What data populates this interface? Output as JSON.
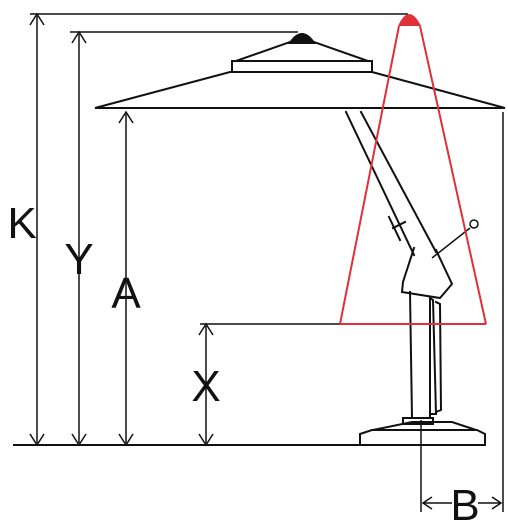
{
  "labels": {
    "K": "K",
    "Y": "Y",
    "A": "A",
    "X": "X",
    "B": "B"
  },
  "colors": {
    "line": "#111111",
    "light_cone": "#e0303a",
    "background": "#ffffff"
  },
  "icons": {
    "lamp": "red-light-dome-icon",
    "finial": "canopy-top-cap-icon"
  }
}
